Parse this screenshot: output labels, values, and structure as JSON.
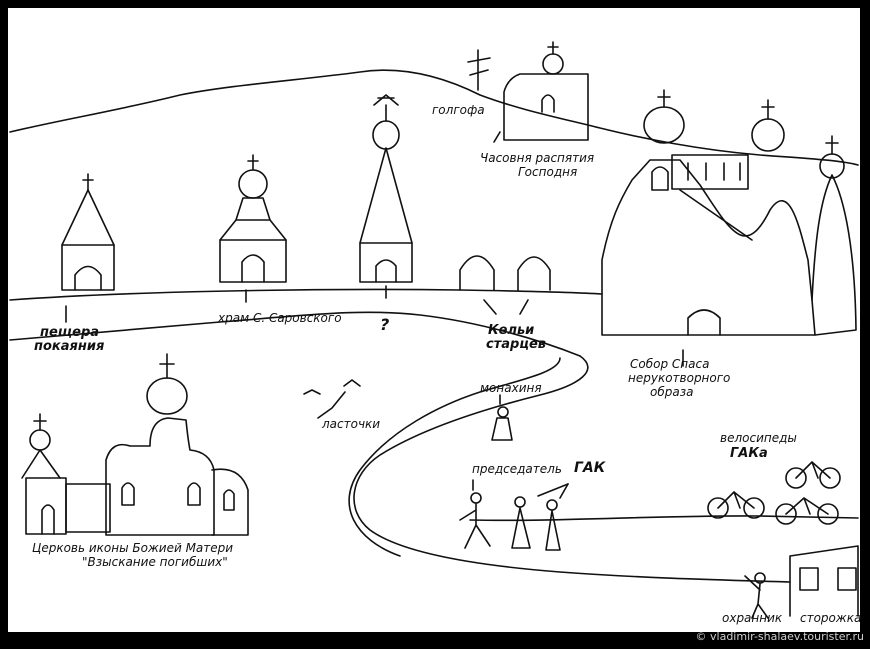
{
  "labels": {
    "golgofa": "голгофа",
    "chapel": [
      "Часовня распятия",
      "Господня"
    ],
    "cave": [
      "пещера",
      "покаяния"
    ],
    "temple": "храм С. Саровского",
    "cells": [
      "Кельи",
      "старцев"
    ],
    "cathedral": [
      "Собор Спаса",
      "нерукотворного",
      "образа"
    ],
    "swallows": "ласточки",
    "nun": "монахиня",
    "chairman": "председатель",
    "gak": "ГАК",
    "bikes": [
      "велосипеды",
      "ГАКа"
    ],
    "church": [
      "Церковь иконы Божией Матери",
      "\"Взыскание погибших\""
    ],
    "guard": "охранник",
    "gatehouse": "сторожка",
    "question": "?"
  },
  "watermark": "© vladimir-shalaev.tourister.ru"
}
